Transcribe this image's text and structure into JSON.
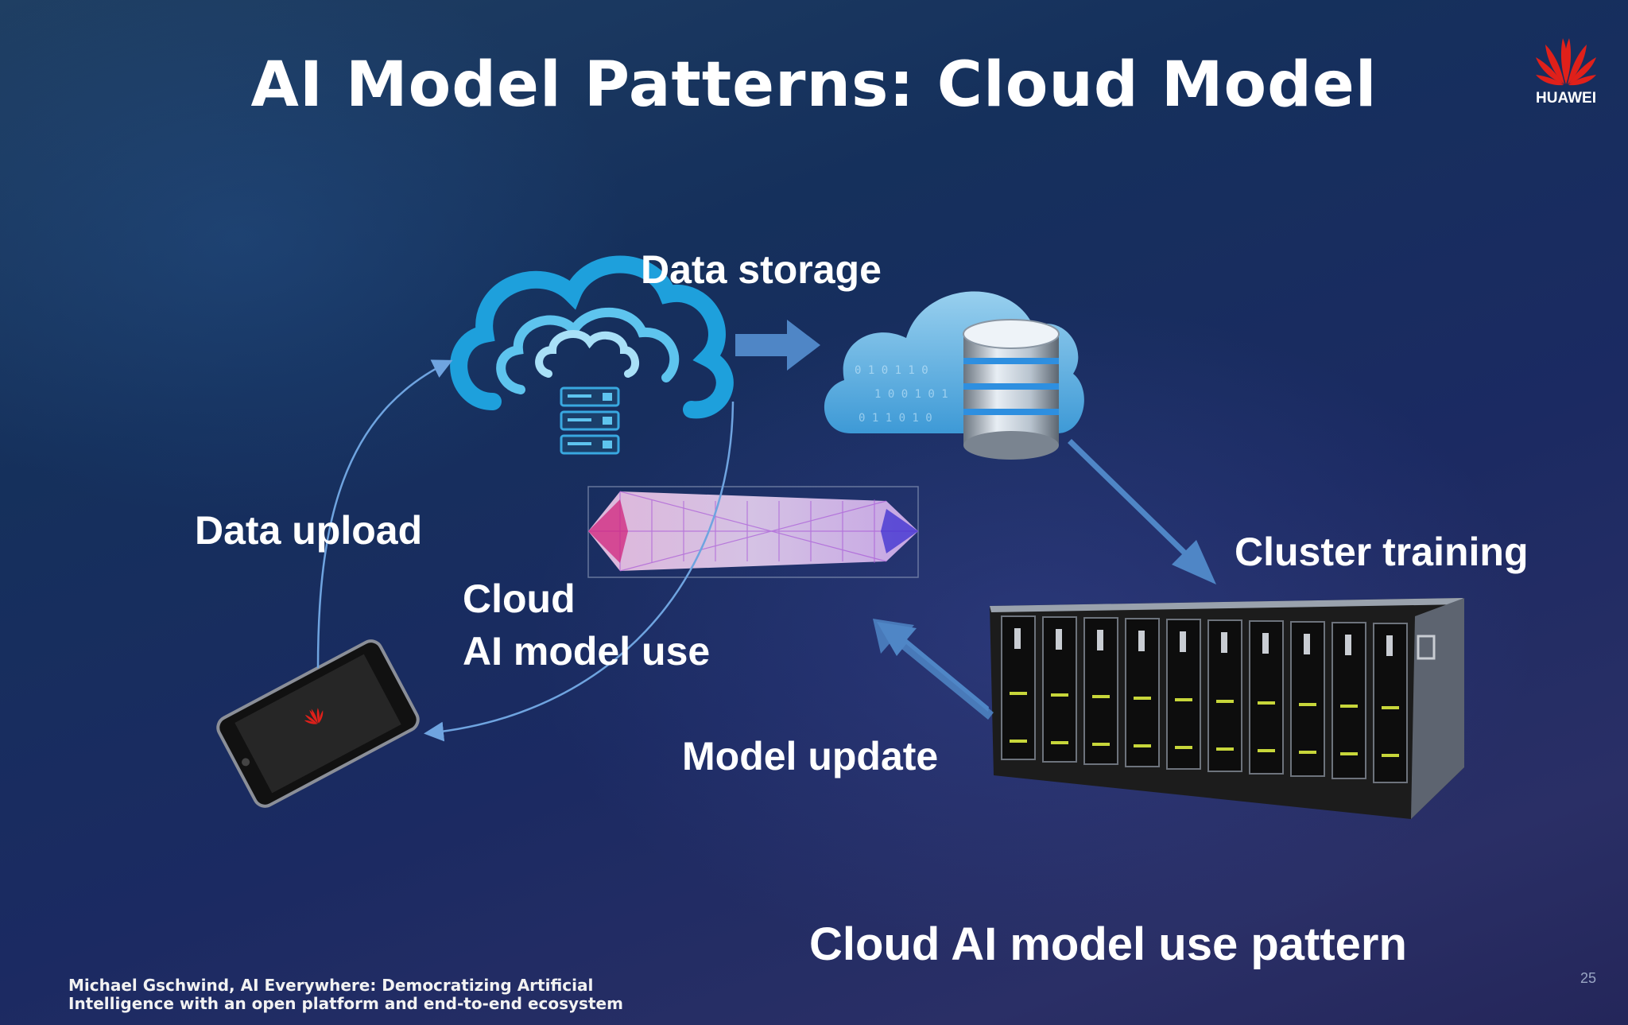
{
  "slide": {
    "title": "AI Model Patterns: Cloud Model",
    "subtitle": "Cloud AI model use pattern",
    "page_number": "25",
    "citation_line1": "Michael Gschwind, AI Everywhere:  Democratizing Artificial",
    "citation_line2": "Intelligence with an open platform and end-to-end ecosystem"
  },
  "logo": {
    "brand": "HUAWEI"
  },
  "labels": {
    "data_storage": "Data storage",
    "data_upload": "Data upload",
    "cloud_ai_line1": "Cloud",
    "cloud_ai_line2": "AI model use",
    "cluster_training": "Cluster training",
    "model_update": "Model update"
  },
  "icons": {
    "cloud_server": "cloud-server-icon",
    "cloud_database": "cloud-database-icon",
    "neural_network": "neural-network-icon",
    "smartphone": "smartphone-icon",
    "server_rack": "server-rack-icon"
  },
  "colors": {
    "arrow_blue": "#4f86c6",
    "cloud_blue": "#1ea0dc",
    "brand_red": "#e0201a"
  }
}
